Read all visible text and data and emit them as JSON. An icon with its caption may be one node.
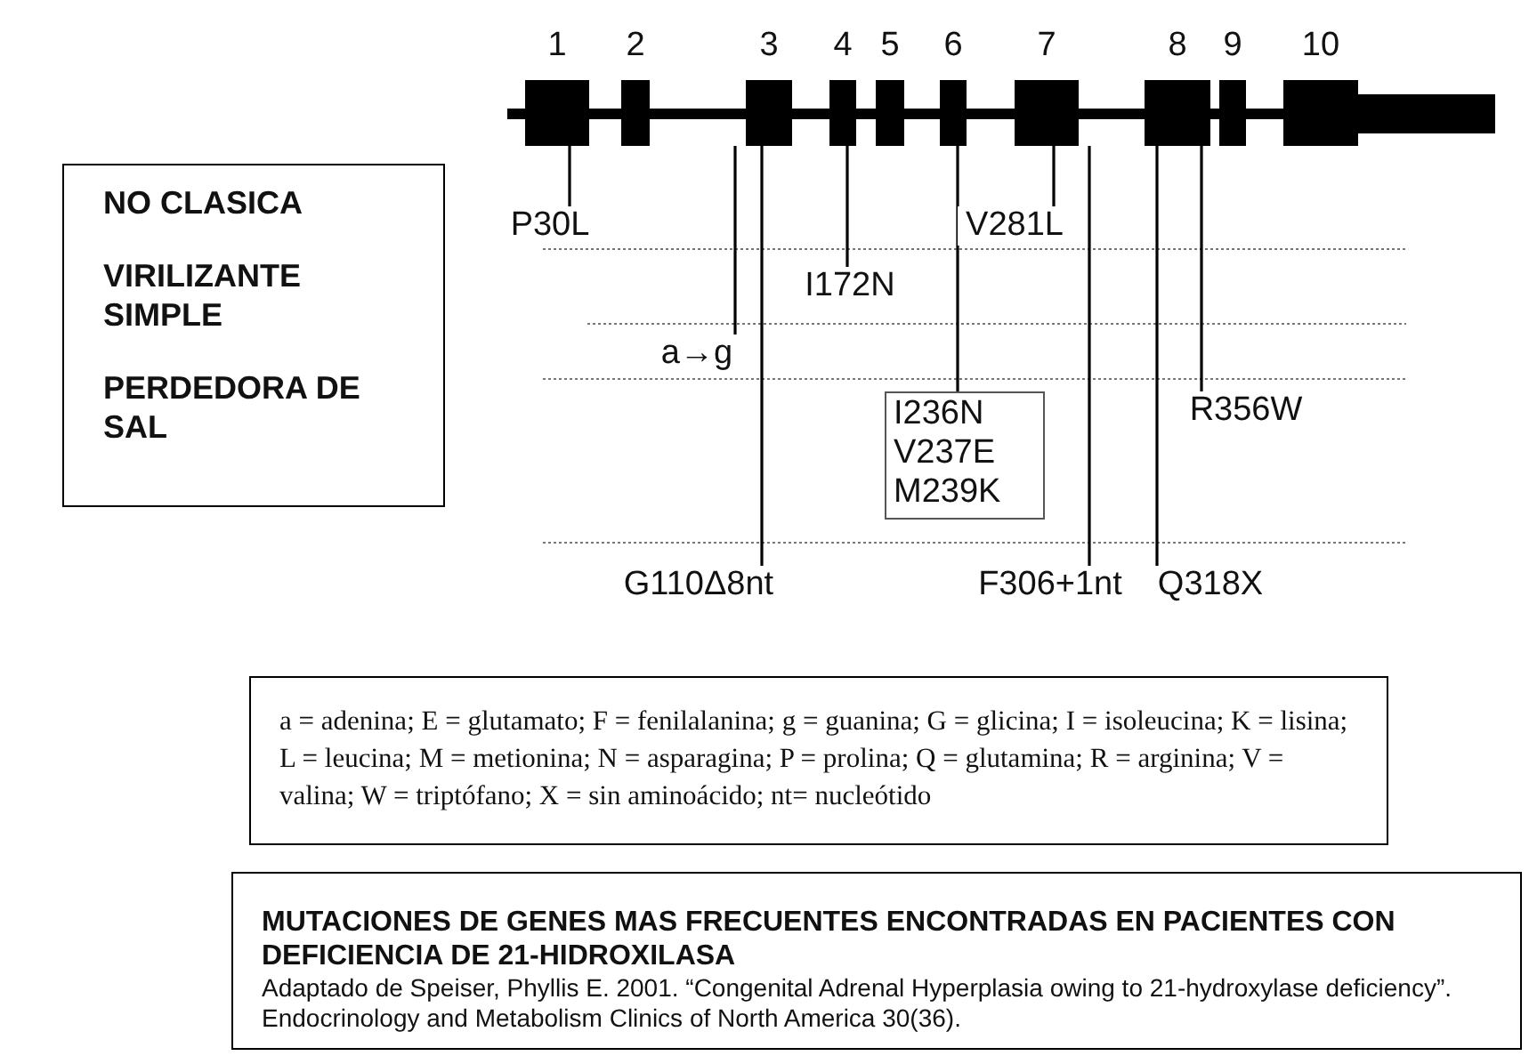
{
  "diagram": {
    "nodes": [
      {
        "text": [],
        "shape": "bar"
      },
      {
        "text": [
          "NO CLASICA",
          "VIRILIZANTE SIMPLE",
          "PERDEDORA DE SAL"
        ]
      },
      {
        "text": [
          "P30L"
        ]
      },
      {
        "text": [
          "V281L"
        ]
      },
      {
        "text": [
          "I172N"
        ]
      },
      {
        "text": [
          "a→g"
        ]
      },
      {
        "text": [
          "I236N",
          "V237E",
          "M239K"
        ]
      },
      {
        "text": [
          "R356W"
        ]
      },
      {
        "text": [
          "G110Δ8nt"
        ]
      },
      {
        "text": [
          "F306+1nt"
        ]
      },
      {
        "text": [
          "Q318X"
        ]
      },
      {
        "text": [
          "a = adenina; E = glutamato; F = fenilalanina; g = guanina; G = glicina; I = isoleucina; K = lisina; L = leucina; M = metionina; N = asparagina; P = prolina; Q = glutamina; R = arginina; V = valina; W = triptófano; X = sin aminoácido; nt= nucleótido"
        ]
      },
      {
        "text": [
          "MUTACIONES DE GENES MAS FRECUENTES ENCONTRADAS EN PACIENTES CON DEFICIENCIA DE 21-HIDROXILASA",
          "Adaptado de Speiser, Phyllis E. 2001. “Congenital Adrenal Hyperplasia owing to 21-hydroxylase deficiency”. Endocrinology and Metabolism Clinics of North America 30(36)."
        ]
      }
    ],
    "edges": [
      {
        "from": 2,
        "to": 0,
        "arrow": "none"
      },
      {
        "from": 3,
        "to": 0,
        "arrow": "none"
      },
      {
        "from": 4,
        "to": 0,
        "arrow": "none"
      },
      {
        "from": 5,
        "to": 0,
        "arrow": "none"
      },
      {
        "from": 6,
        "to": 0,
        "arrow": "none"
      },
      {
        "from": 7,
        "to": 0,
        "arrow": "none"
      },
      {
        "from": 8,
        "to": 0,
        "arrow": "none"
      },
      {
        "from": 9,
        "to": 0,
        "arrow": "none"
      },
      {
        "from": 10,
        "to": 0,
        "arrow": "none"
      }
    ],
    "labels": [
      "1",
      "2",
      "3",
      "4",
      "5",
      "6",
      "7",
      "8",
      "9",
      "10"
    ]
  }
}
